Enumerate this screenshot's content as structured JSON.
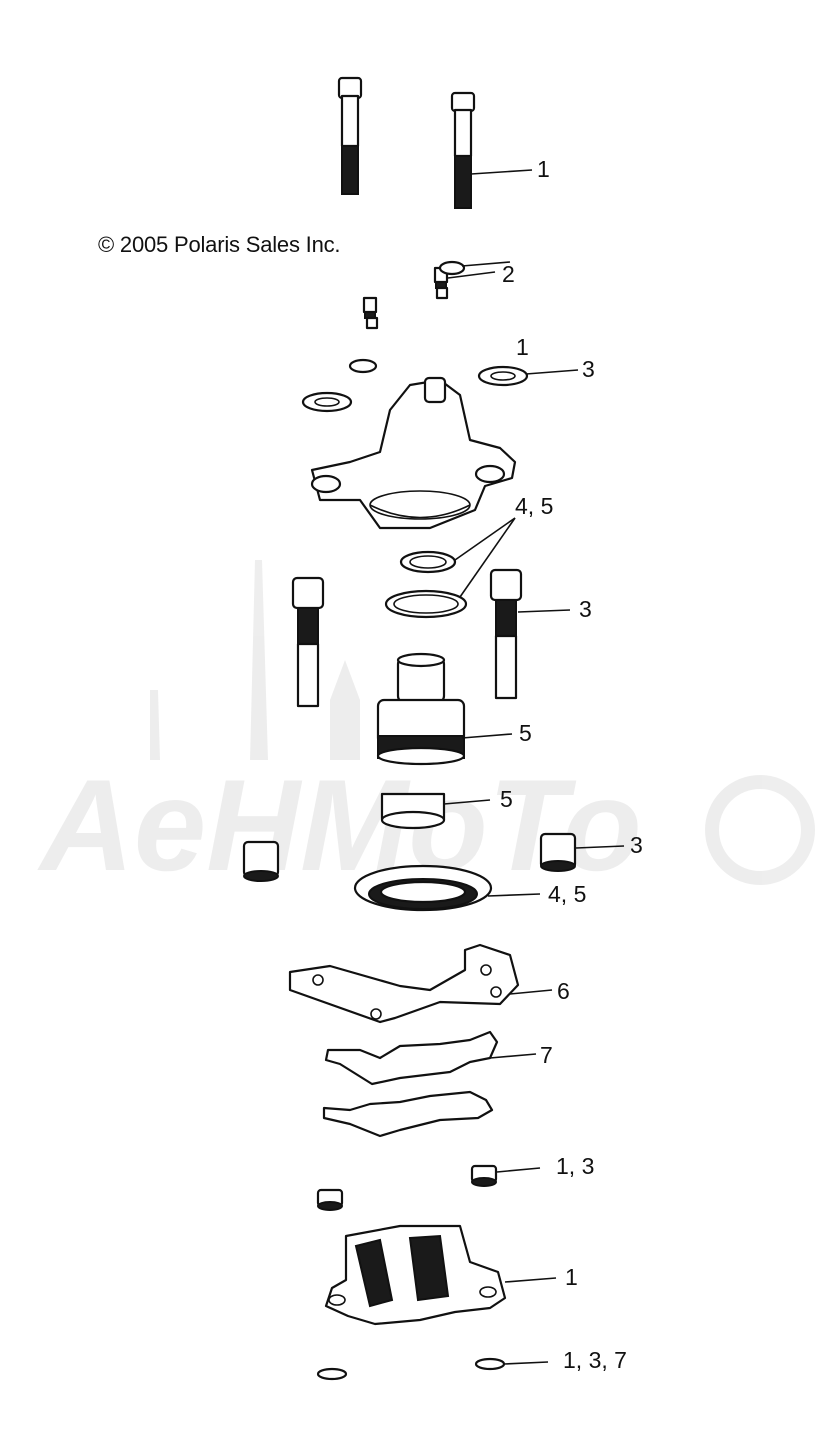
{
  "copyright": "© 2005 Polaris Sales Inc.",
  "watermark": "AeHMoTo",
  "callouts": [
    {
      "id": "c1",
      "text": "1"
    },
    {
      "id": "c2",
      "text": "2"
    },
    {
      "id": "c3",
      "text": "1"
    },
    {
      "id": "c4",
      "text": "3"
    },
    {
      "id": "c5",
      "text": "4, 5"
    },
    {
      "id": "c6",
      "text": "3"
    },
    {
      "id": "c7",
      "text": "5"
    },
    {
      "id": "c8",
      "text": "5"
    },
    {
      "id": "c9",
      "text": "3"
    },
    {
      "id": "c10",
      "text": "4, 5"
    },
    {
      "id": "c11",
      "text": "6"
    },
    {
      "id": "c12",
      "text": "7"
    },
    {
      "id": "c13",
      "text": "1, 3"
    },
    {
      "id": "c14",
      "text": "1"
    },
    {
      "id": "c15",
      "text": "1, 3, 7"
    }
  ]
}
